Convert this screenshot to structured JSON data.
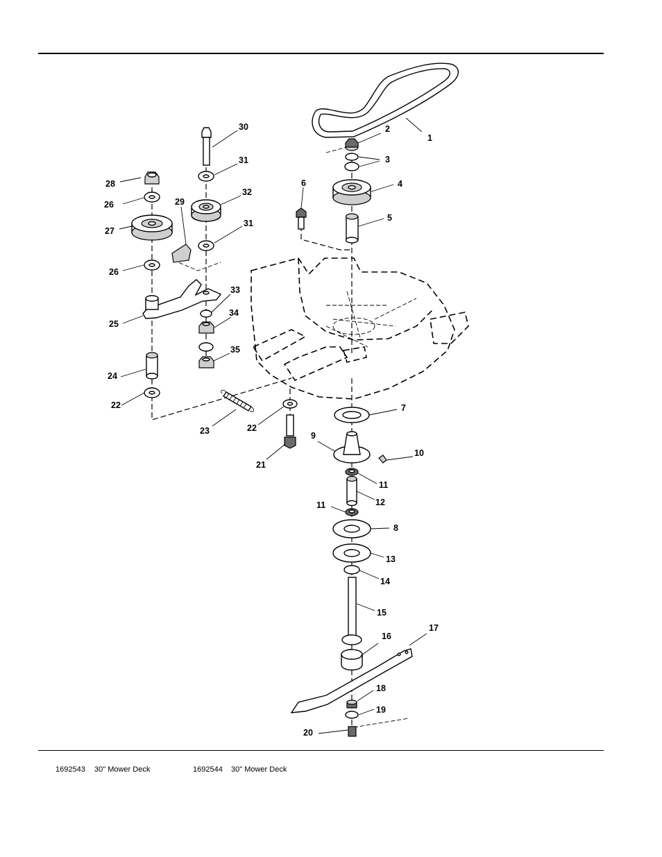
{
  "footer": {
    "left_part_no": "1692543",
    "left_title": "30\" Mower Deck",
    "right_part_no": "1692544",
    "right_title": "30\" Mower Deck"
  },
  "callouts": [
    "1",
    "2",
    "3",
    "4",
    "5",
    "6",
    "7",
    "8",
    "9",
    "10",
    "11",
    "11",
    "12",
    "13",
    "14",
    "15",
    "16",
    "17",
    "18",
    "19",
    "20",
    "21",
    "22",
    "22",
    "23",
    "24",
    "25",
    "26",
    "26",
    "27",
    "28",
    "29",
    "30",
    "31",
    "31",
    "32",
    "33",
    "34",
    "35"
  ]
}
